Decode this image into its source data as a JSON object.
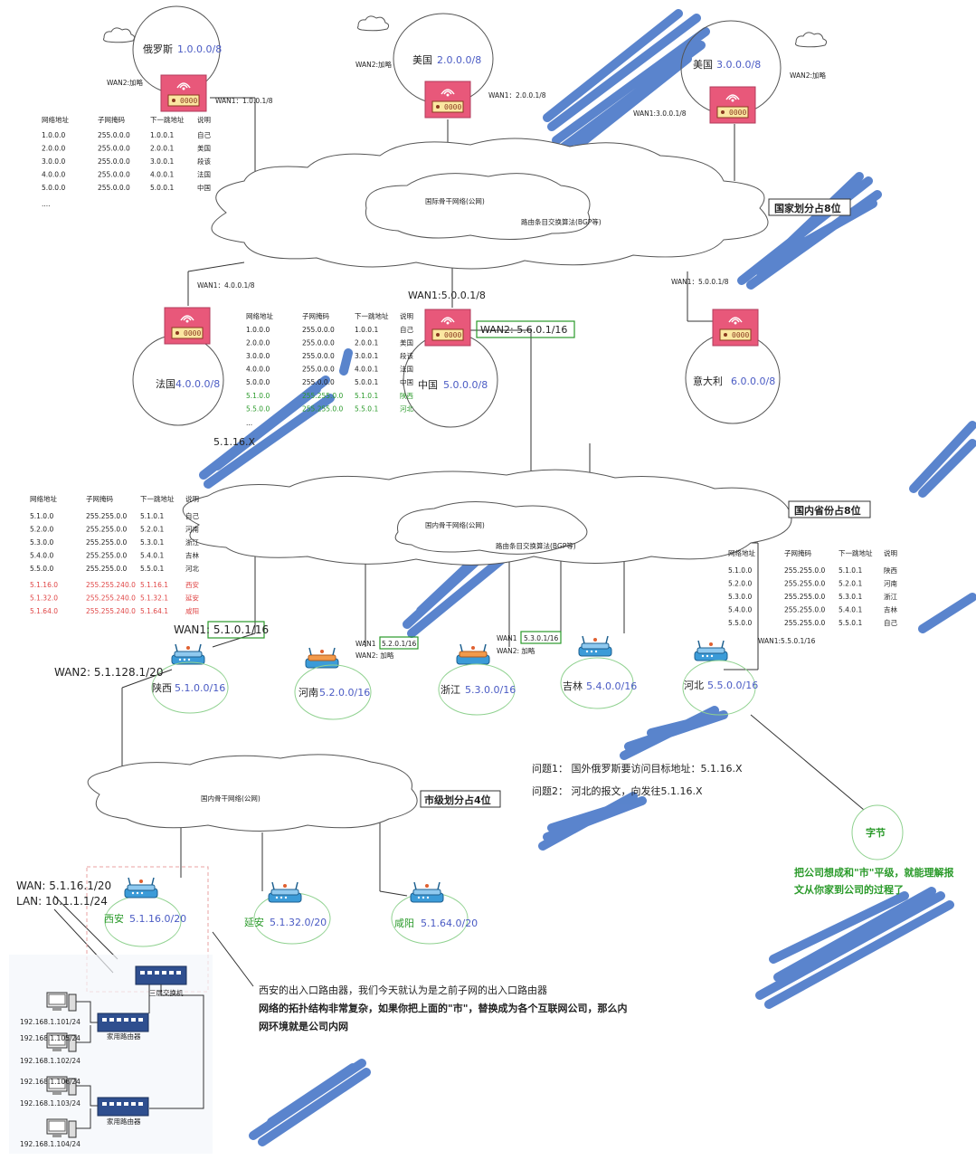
{
  "colors": {
    "router_red": "#e8587a",
    "router_blue": "#3b9bd8",
    "scribble": "#3d6fc4",
    "cloud_stroke": "#666666",
    "green_box": "#2a9a2a",
    "city_red": "#e04646",
    "ip_blue": "#4a5bc4"
  },
  "countries": [
    {
      "id": "russia",
      "name": "俄罗斯",
      "net": "1.0.0.0/8"
    },
    {
      "id": "usa2",
      "name": "美国",
      "net": "2.0.0.0/8"
    },
    {
      "id": "usa3",
      "name": "美国",
      "net": "3.0.0.0/8"
    },
    {
      "id": "france",
      "name": "法国",
      "net": "4.0.0.0/8"
    },
    {
      "id": "china",
      "name": "中国",
      "net": "5.0.0.0/8"
    },
    {
      "id": "italy",
      "name": "意大利",
      "net": "6.0.0.0/8"
    }
  ],
  "wan_labels": {
    "russia_wan2": "WAN2:加略",
    "russia_wan1": "WAN1：1.0.0.1/8",
    "usa2_wan2": "WAN2:加略",
    "usa2_wan1": "WAN1：2.0.0.1/8",
    "usa3_wan2": "WAN2:加略",
    "usa3_wan1": "WAN1:3.0.0.1/8",
    "france_wan1": "WAN1：4.0.0.1/8",
    "china_wan1": "WAN1:5.0.0.1/8",
    "china_wan2": "WAN2: 5.6.0.1/16",
    "italy_wan1": "WAN1：5.0.0.1/8",
    "shaanxi_wan1": "WAN1: 5.1.0.1/16",
    "shaanxi_wan2": "WAN2: 5.1.128.1/20",
    "henan_wan1": "WAN1",
    "henan_wan1_ip": "5.2.0.1/16",
    "henan_wan2": "WAN2: 加略",
    "zhejiang_wan1": "WAN1",
    "zhejiang_wan1_ip": "5.3.0.1/16",
    "zhejiang_wan2": "WAN2: 加略",
    "hebei_wan1": "WAN1:5.5.0.1/16",
    "xian_wan": "WAN: 5.1.16.1/20",
    "xian_lan": "LAN: 10.1.1.1/24"
  },
  "clouds": {
    "intl_title": "国际骨干网络(公网)",
    "intl_sub": "路由条目交换算法(BGP等)",
    "dom_title": "国内骨干网络(公网)",
    "dom_sub": "路由条目交换算法(BGP等)",
    "city_title": "国内骨干网络(公网)"
  },
  "tags": {
    "country": "国家划分占8位",
    "province": "国内省份占8位",
    "city": "市级划分占4位"
  },
  "table_headers": [
    "网络地址",
    "子网掩码",
    "下一跳地址",
    "说明"
  ],
  "table1_rows": [
    [
      "1.0.0.0",
      "255.0.0.0",
      "1.0.0.1",
      "自己"
    ],
    [
      "2.0.0.0",
      "255.0.0.0",
      "2.0.0.1",
      "美国"
    ],
    [
      "3.0.0.0",
      "255.0.0.0",
      "3.0.0.1",
      "段该"
    ],
    [
      "4.0.0.0",
      "255.0.0.0",
      "4.0.0.1",
      "法国"
    ],
    [
      "5.0.0.0",
      "255.0.0.0",
      "5.0.0.1",
      "中国"
    ]
  ],
  "table1_more": "....",
  "table2_rows": [
    [
      "1.0.0.0",
      "255.0.0.0",
      "1.0.0.1",
      "自己"
    ],
    [
      "2.0.0.0",
      "255.0.0.0",
      "2.0.0.1",
      "美国"
    ],
    [
      "3.0.0.0",
      "255.0.0.0",
      "3.0.0.1",
      "段该"
    ],
    [
      "4.0.0.0",
      "255.0.0.0",
      "4.0.0.1",
      "法国"
    ],
    [
      "5.0.0.0",
      "255.0.0.0",
      "5.0.0.1",
      "中国"
    ]
  ],
  "table2_green_rows": [
    [
      "5.1.0.0",
      "255.255.0.0",
      "5.1.0.1",
      "陕西"
    ],
    [
      "5.5.0.0",
      "255.255.0.0",
      "5.5.0.1",
      "河北"
    ]
  ],
  "table2_more": "...",
  "table3_rows": [
    [
      "5.1.0.0",
      "255.255.0.0",
      "5.1.0.1",
      "自己"
    ],
    [
      "5.2.0.0",
      "255.255.0.0",
      "5.2.0.1",
      "河南"
    ],
    [
      "5.3.0.0",
      "255.255.0.0",
      "5.3.0.1",
      "浙江"
    ],
    [
      "5.4.0.0",
      "255.255.0.0",
      "5.4.0.1",
      "吉林"
    ],
    [
      "5.5.0.0",
      "255.255.0.0",
      "5.5.0.1",
      "河北"
    ]
  ],
  "table3_red_rows": [
    [
      "5.1.16.0",
      "255.255.240.0",
      "5.1.16.1",
      "西安"
    ],
    [
      "5.1.32.0",
      "255.255.240.0",
      "5.1.32.1",
      "延安"
    ],
    [
      "5.1.64.0",
      "255.255.240.0",
      "5.1.64.1",
      "咸阳"
    ]
  ],
  "table4_rows": [
    [
      "5.1.0.0",
      "255.255.0.0",
      "5.1.0.1",
      "陕西"
    ],
    [
      "5.2.0.0",
      "255.255.0.0",
      "5.2.0.1",
      "河南"
    ],
    [
      "5.3.0.0",
      "255.255.0.0",
      "5.3.0.1",
      "浙江"
    ],
    [
      "5.4.0.0",
      "255.255.0.0",
      "5.4.0.1",
      "吉林"
    ],
    [
      "5.5.0.0",
      "255.255.0.0",
      "5.5.0.1",
      "自己"
    ]
  ],
  "ip_5116x": "5.1.16.X",
  "provinces": [
    {
      "name": "陕西",
      "net": "5.1.0.0/16"
    },
    {
      "name": "河南",
      "net": "5.2.0.0/16"
    },
    {
      "name": "浙江",
      "net": "5.3.0.0/16"
    },
    {
      "name": "吉林",
      "net": "5.4.0.0/16"
    },
    {
      "name": "河北",
      "net": "5.5.0.0/16"
    }
  ],
  "cities": [
    {
      "name": "西安",
      "net": "5.1.16.0/20"
    },
    {
      "name": "延安",
      "net": "5.1.32.0/20"
    },
    {
      "name": "咸阳",
      "net": "5.1.64.0/20"
    }
  ],
  "questions": {
    "q1": "问题1：  国外俄罗斯要访问目标地址：5.1.16.X",
    "q2": "问题2：  河北的报文，向发往5.1.16.X"
  },
  "bytedance": "字节",
  "green_note": [
    "把公司想成和\"市\"平级，就能理解报",
    "文从你家到公司的过程了"
  ],
  "notes": [
    "西安的出入口路由器，我们今天就认为是之前子网的出入口路由器",
    "网络的拓扑结构非常复杂，如果你把上面的\"市\"，替换成为各个互联网公司，那么内",
    "网环境就是公司内网"
  ],
  "lan_ips": [
    "192.168.1.101/24",
    "192.168.1.102/24",
    "192.168.1.103/24",
    "192.168.1.104/24",
    "192.168.1.105/24",
    "192.168.1.106/24"
  ],
  "switch_labels": [
    "三层交换机",
    "家用路由器",
    "家用路由器"
  ]
}
